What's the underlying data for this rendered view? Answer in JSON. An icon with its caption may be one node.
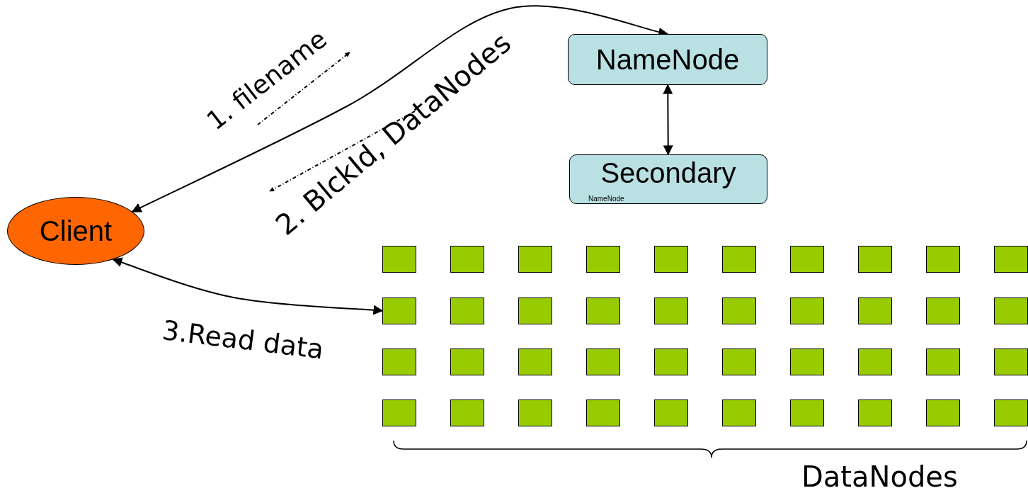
{
  "diagram": {
    "nodes": [
      {
        "text": [
          "Client"
        ]
      },
      {
        "text": [
          "NameNode"
        ]
      },
      {
        "text": [
          "Secondary",
          "NameNode"
        ]
      },
      {
        "text": [],
        "shape": "box"
      },
      {
        "text": [],
        "shape": "box"
      },
      {
        "text": [],
        "shape": "box"
      },
      {
        "text": [],
        "shape": "box"
      },
      {
        "text": [],
        "shape": "box"
      },
      {
        "text": [],
        "shape": "box"
      },
      {
        "text": [],
        "shape": "box"
      },
      {
        "text": [],
        "shape": "box"
      },
      {
        "text": [],
        "shape": "box"
      },
      {
        "text": [],
        "shape": "box"
      },
      {
        "text": [],
        "shape": "box"
      },
      {
        "text": [],
        "shape": "box"
      },
      {
        "text": [],
        "shape": "box"
      },
      {
        "text": [],
        "shape": "box"
      },
      {
        "text": [],
        "shape": "box"
      },
      {
        "text": [],
        "shape": "box"
      },
      {
        "text": [],
        "shape": "box"
      },
      {
        "text": [],
        "shape": "box"
      },
      {
        "text": [],
        "shape": "box"
      },
      {
        "text": [],
        "shape": "box"
      },
      {
        "text": [],
        "shape": "box"
      },
      {
        "text": [],
        "shape": "box"
      },
      {
        "text": [],
        "shape": "box"
      },
      {
        "text": [],
        "shape": "box"
      },
      {
        "text": [],
        "shape": "box"
      },
      {
        "text": [],
        "shape": "box"
      },
      {
        "text": [],
        "shape": "box"
      },
      {
        "text": [],
        "shape": "box"
      },
      {
        "text": [],
        "shape": "box"
      },
      {
        "text": [],
        "shape": "box"
      },
      {
        "text": [],
        "shape": "box"
      },
      {
        "text": [],
        "shape": "box"
      },
      {
        "text": [],
        "shape": "box"
      },
      {
        "text": [],
        "shape": "box"
      },
      {
        "text": [],
        "shape": "box"
      },
      {
        "text": [],
        "shape": "box"
      },
      {
        "text": [],
        "shape": "box"
      },
      {
        "text": [],
        "shape": "box"
      },
      {
        "text": [],
        "shape": "box"
      },
      {
        "text": [],
        "shape": "box"
      }
    ],
    "edges": [
      {
        "from": 0,
        "to": 1,
        "arrow": "both"
      },
      {
        "from": 1,
        "to": 2,
        "arrow": "both"
      },
      {
        "from": 0,
        "to": 13,
        "arrow": "both",
        "label": "3.Read data"
      }
    ],
    "labels": [
      "1. filename",
      "2. BlckId, DataNodes",
      "DataNodes"
    ]
  }
}
